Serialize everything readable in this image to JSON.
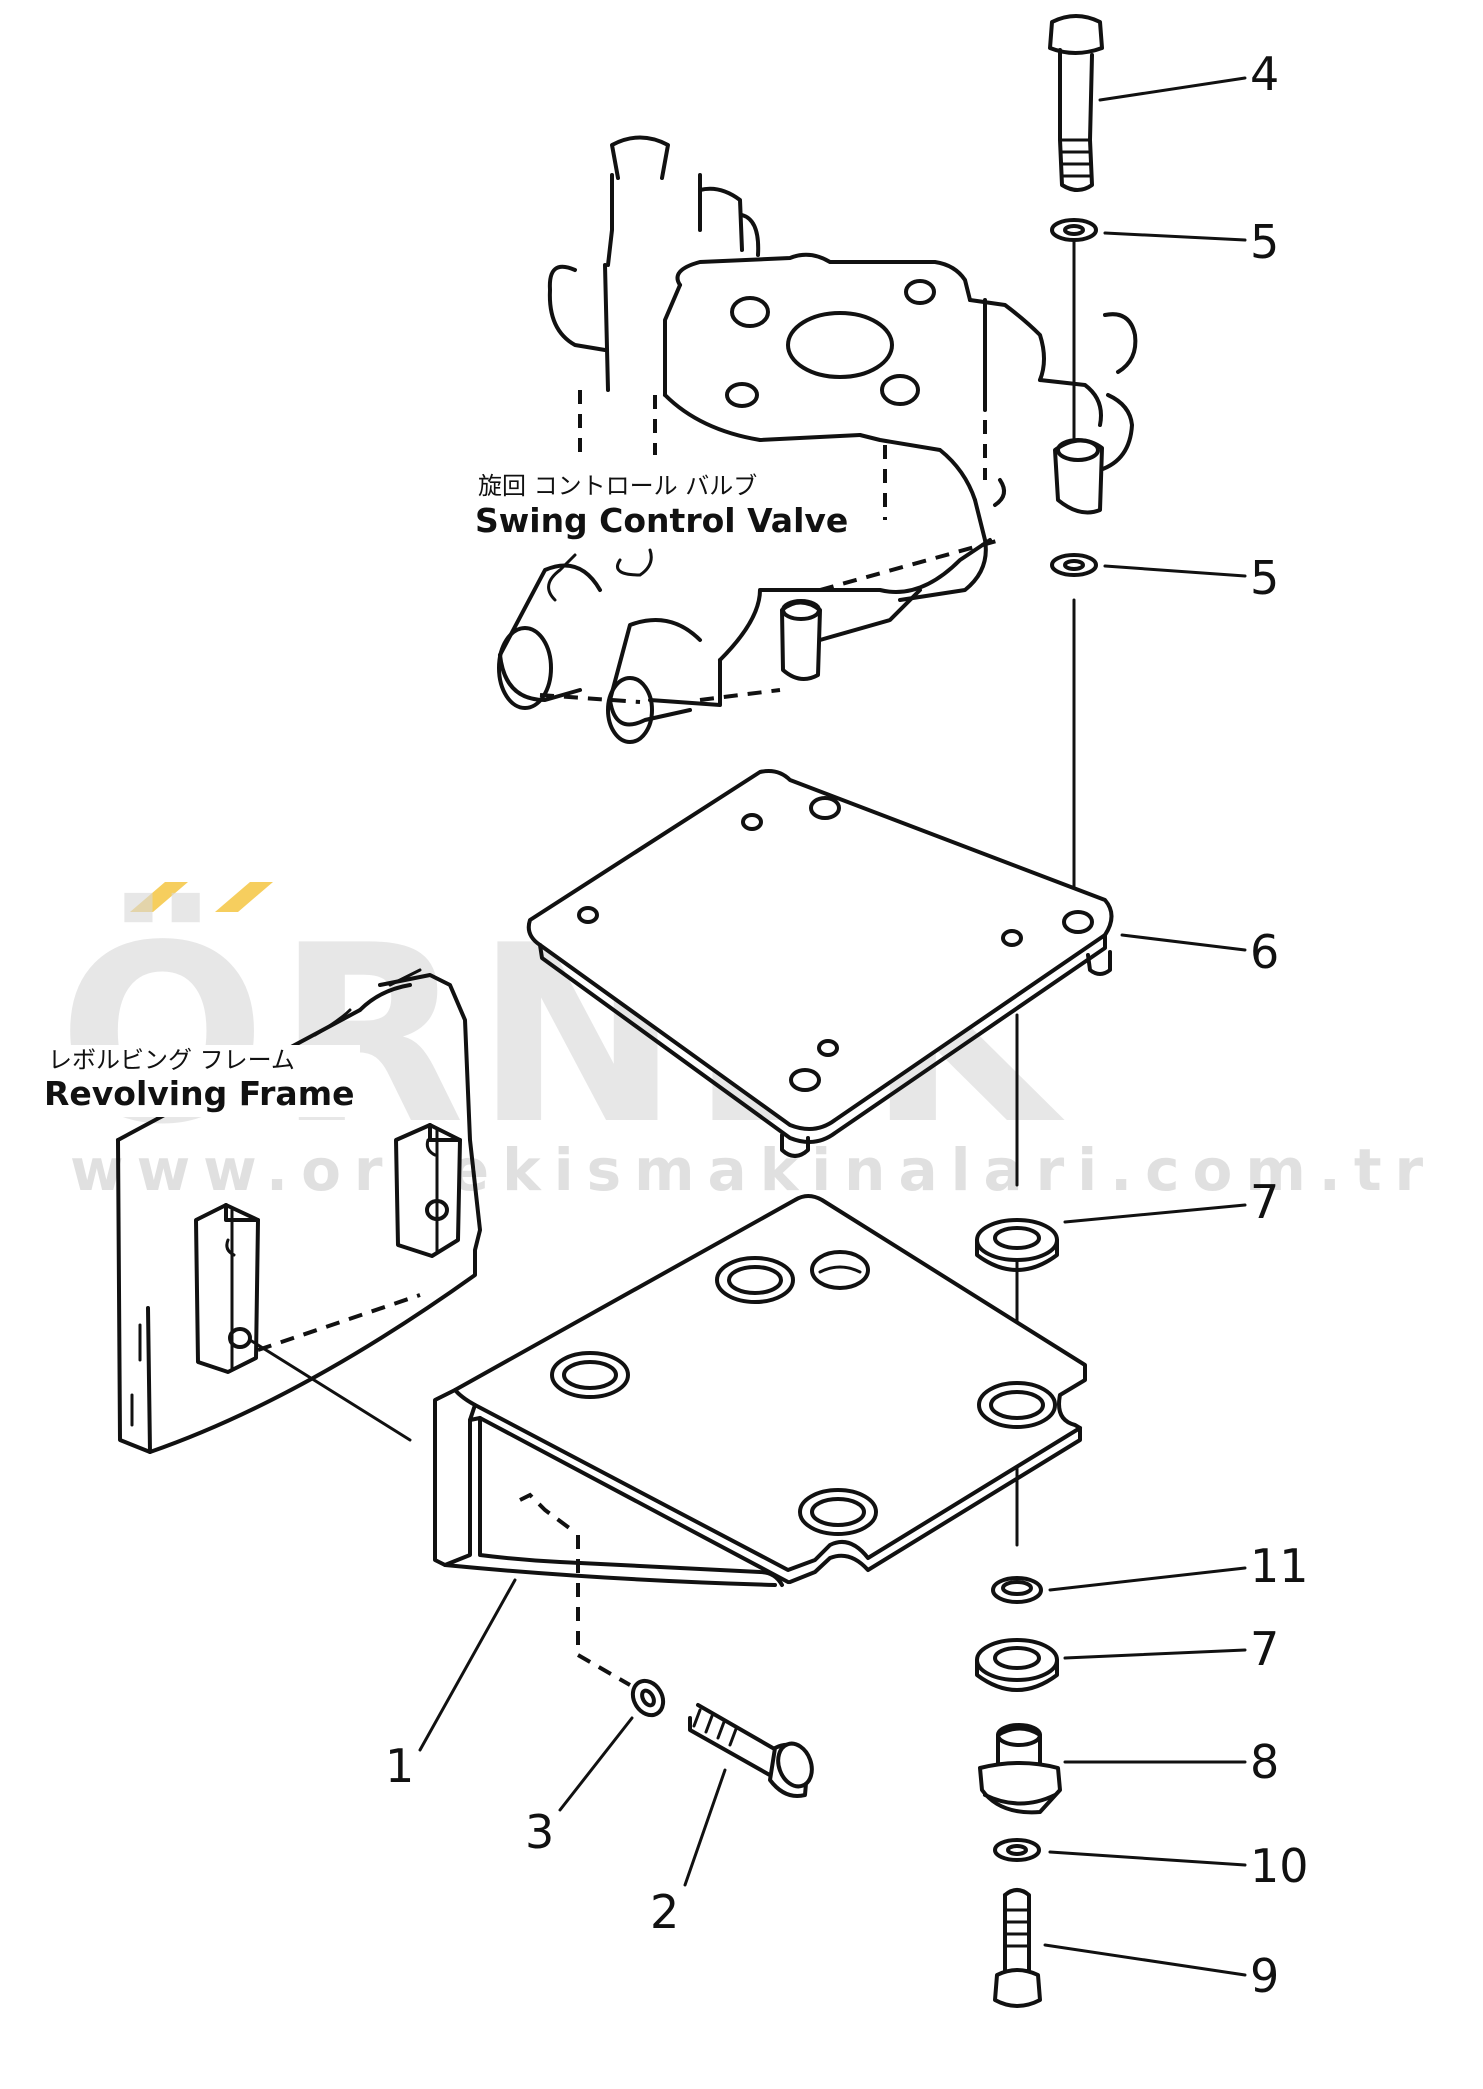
{
  "labels": {
    "valve_jp": "旋回 コントロール バルブ",
    "valve_en": "Swing Control Valve",
    "frame_jp": "レボルビング フレーム",
    "frame_en": "Revolving Frame"
  },
  "watermark": {
    "brand": "ÖRNEK",
    "url": "www.ornekismakinalari.com.tr",
    "accent_color": "#f5c542",
    "text_color": "#d9d9d9"
  },
  "callouts": [
    "4",
    "5",
    "5",
    "6",
    "7",
    "11",
    "7",
    "8",
    "10",
    "9",
    "1",
    "3",
    "2"
  ]
}
